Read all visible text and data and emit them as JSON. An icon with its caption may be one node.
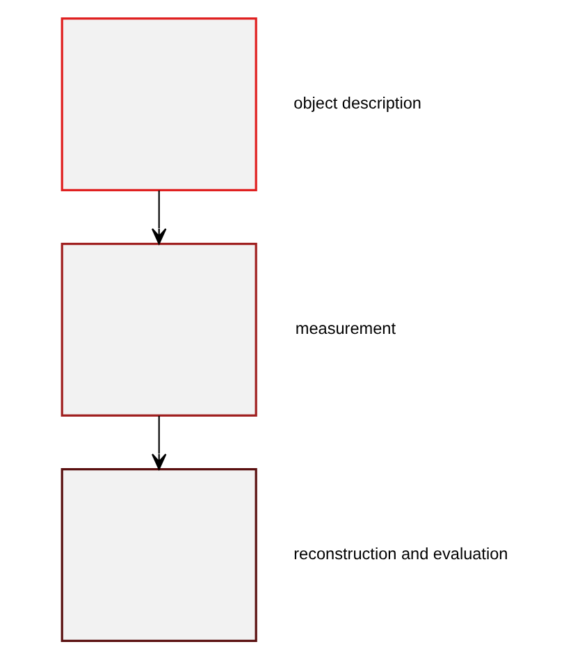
{
  "diagram": {
    "nodes": [
      {
        "text": [],
        "shape": "box",
        "beside": [
          "object description"
        ]
      },
      {
        "text": [],
        "shape": "box",
        "beside": [
          "measurement"
        ]
      },
      {
        "text": [],
        "shape": "box",
        "beside": [
          "reconstruction and evaluation"
        ]
      }
    ],
    "edges": [
      {
        "from": 0,
        "to": 1,
        "arrow": "to"
      },
      {
        "from": 1,
        "to": 2,
        "arrow": "to"
      }
    ]
  }
}
